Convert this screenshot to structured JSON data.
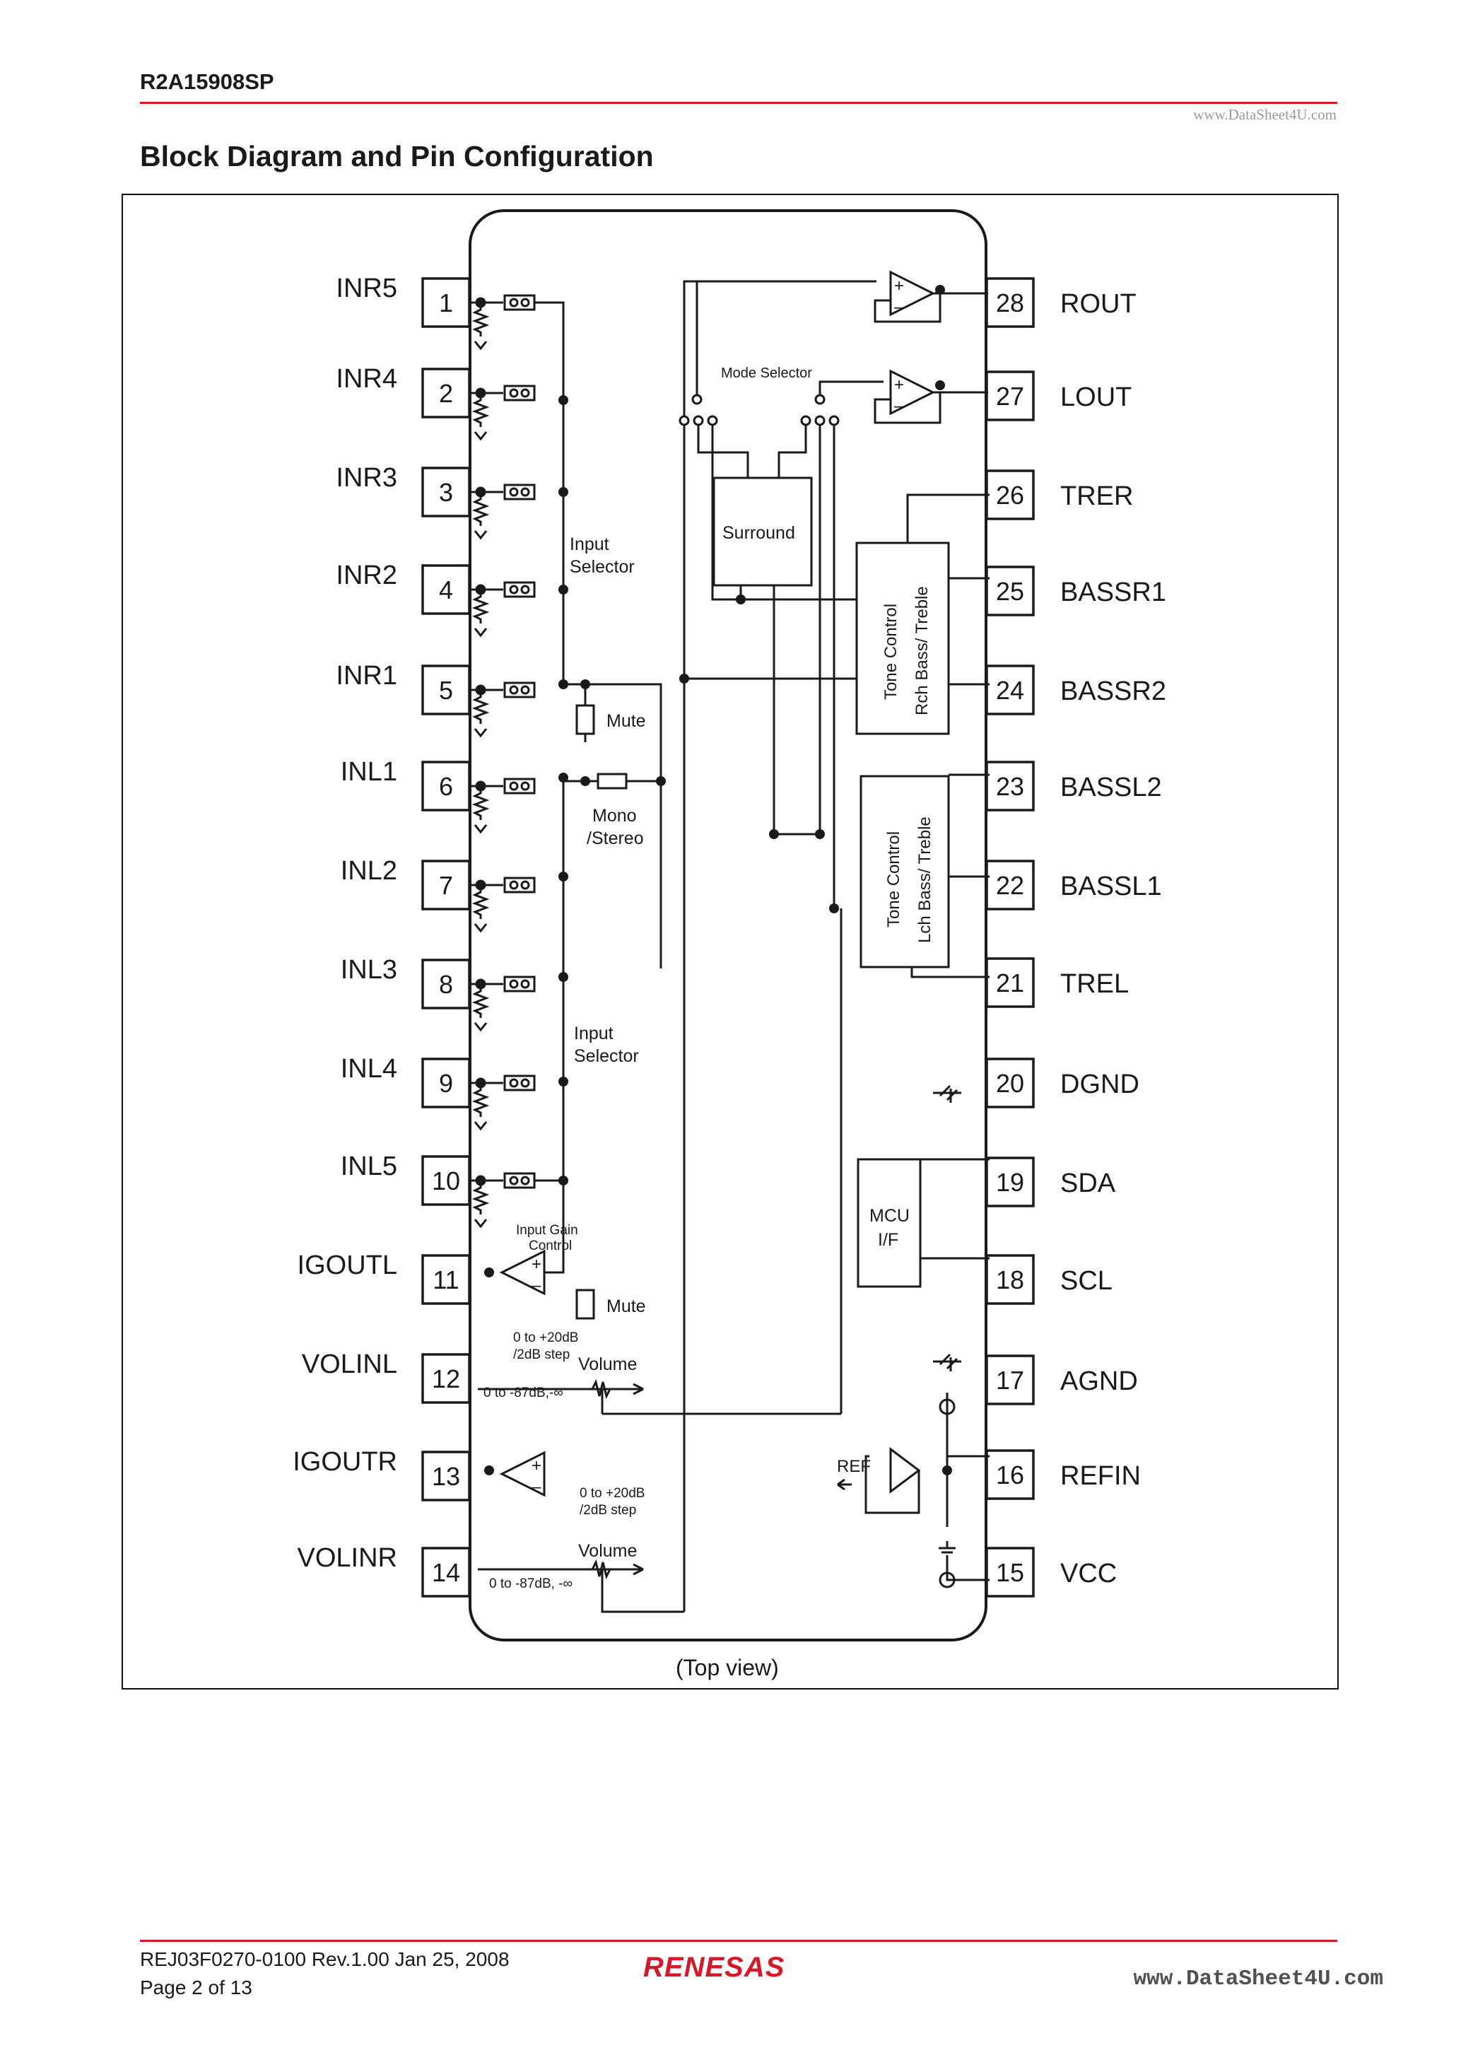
{
  "header": {
    "doc_id": "R2A15908SP",
    "watermark": "www.DataSheet4U.com",
    "section_title": "Block Diagram and Pin Configuration"
  },
  "pins_left": [
    {
      "num": "1",
      "name": "INR5"
    },
    {
      "num": "2",
      "name": "INR4"
    },
    {
      "num": "3",
      "name": "INR3"
    },
    {
      "num": "4",
      "name": "INR2"
    },
    {
      "num": "5",
      "name": "INR1"
    },
    {
      "num": "6",
      "name": "INL1"
    },
    {
      "num": "7",
      "name": "INL2"
    },
    {
      "num": "8",
      "name": "INL3"
    },
    {
      "num": "9",
      "name": "INL4"
    },
    {
      "num": "10",
      "name": "INL5"
    },
    {
      "num": "11",
      "name": "IGOUTL"
    },
    {
      "num": "12",
      "name": "VOLINL"
    },
    {
      "num": "13",
      "name": "IGOUTR"
    },
    {
      "num": "14",
      "name": "VOLINR"
    }
  ],
  "pins_right": [
    {
      "num": "28",
      "name": "ROUT"
    },
    {
      "num": "27",
      "name": "LOUT"
    },
    {
      "num": "26",
      "name": "TRER"
    },
    {
      "num": "25",
      "name": "BASSR1"
    },
    {
      "num": "24",
      "name": "BASSR2"
    },
    {
      "num": "23",
      "name": "BASSL2"
    },
    {
      "num": "22",
      "name": "BASSL1"
    },
    {
      "num": "21",
      "name": "TREL"
    },
    {
      "num": "20",
      "name": "DGND"
    },
    {
      "num": "19",
      "name": "SDA"
    },
    {
      "num": "18",
      "name": "SCL"
    },
    {
      "num": "17",
      "name": "AGND"
    },
    {
      "num": "16",
      "name": "REFIN"
    },
    {
      "num": "15",
      "name": "VCC"
    }
  ],
  "blocks": {
    "input_selector_top_1": "Input",
    "input_selector_top_2": "Selector",
    "input_selector_bottom_1": "Input",
    "input_selector_bottom_2": "Selector",
    "mute": "Mute",
    "mute2": "Mute",
    "mono_1": "Mono",
    "mono_2": "/Stereo",
    "mode_selector": "Mode Selector",
    "surround": "Surround",
    "tone_r_1": "Tone Control",
    "tone_r_2": "Rch Bass/ Treble",
    "tone_l_1": "Tone Control",
    "tone_l_2": "Lch Bass/ Treble",
    "mcu_1": "MCU",
    "mcu_2": "I/F",
    "gain_1": "Input Gain",
    "gain_2": "Control",
    "gain_range_l_1": "0 to +20dB",
    "gain_range_l_2": "/2dB step",
    "gain_range_r_1": "0 to +20dB",
    "gain_range_r_2": "/2dB step",
    "volume_l": "Volume",
    "volume_l_range": "0 to -87dB,-∞",
    "volume_r": "Volume",
    "volume_r_range": "0 to -87dB, -∞",
    "ref": "REF",
    "top_view": "(Top view)"
  },
  "footer": {
    "doc_number": "REJ03F0270-0100  Rev.1.00  Jan 25, 2008",
    "page": "Page 2 of 13",
    "logo": "RENESAS",
    "watermark": "www.DataSheet4U.com"
  },
  "colors": {
    "rule_red": "#d21a2a",
    "logo_red": "#d21a2a"
  }
}
